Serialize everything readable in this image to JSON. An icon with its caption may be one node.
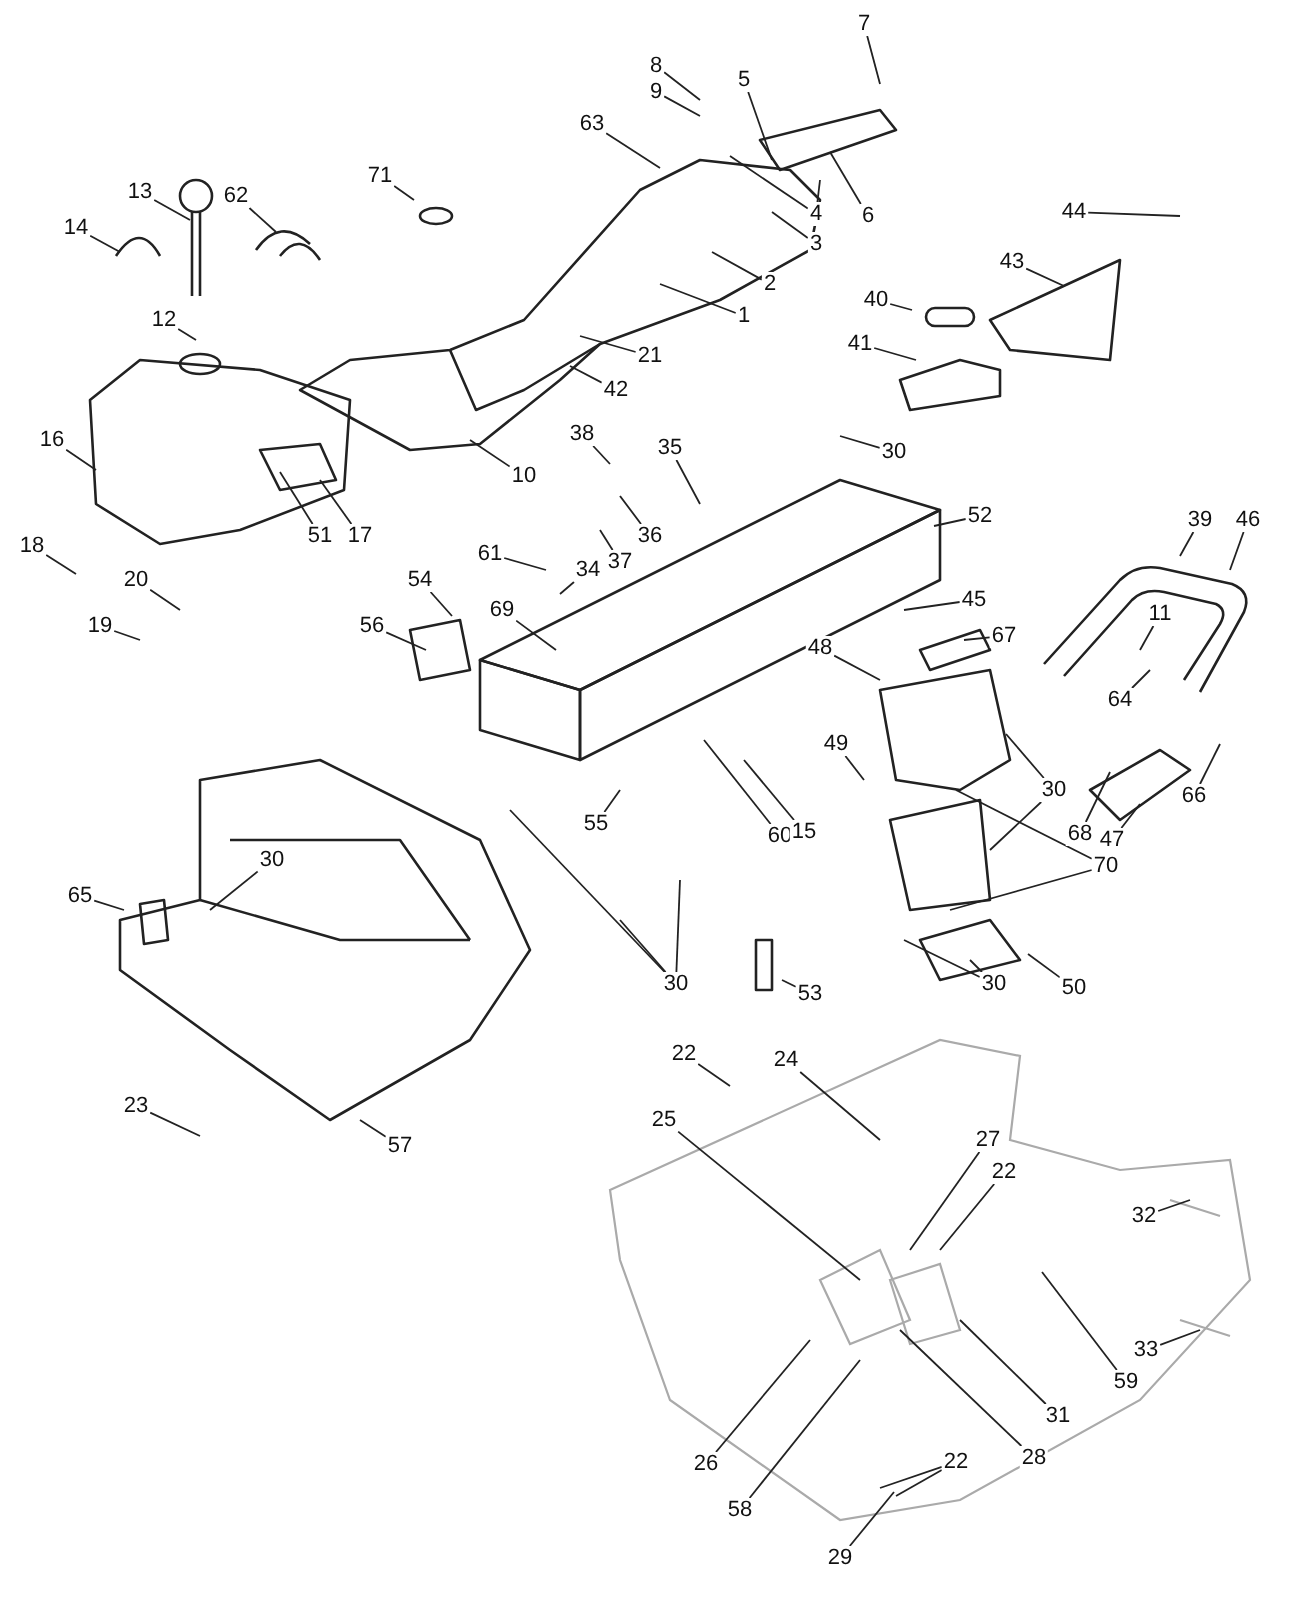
{
  "diagram": {
    "nodes": [
      {
        "text": [
          "7"
        ]
      },
      {
        "text": [
          "8"
        ]
      },
      {
        "text": [
          "9"
        ]
      },
      {
        "text": [
          "5"
        ]
      },
      {
        "text": [
          "63"
        ]
      },
      {
        "text": [
          "71"
        ]
      },
      {
        "text": [
          "13"
        ]
      },
      {
        "text": [
          "62"
        ]
      },
      {
        "text": [
          "14"
        ]
      },
      {
        "text": [
          "4"
        ]
      },
      {
        "text": [
          "6"
        ]
      },
      {
        "text": [
          "3"
        ]
      },
      {
        "text": [
          "44"
        ]
      },
      {
        "text": [
          "2"
        ]
      },
      {
        "text": [
          "1"
        ]
      },
      {
        "text": [
          "40"
        ]
      },
      {
        "text": [
          "43"
        ]
      },
      {
        "text": [
          "12"
        ]
      },
      {
        "text": [
          "41"
        ]
      },
      {
        "text": [
          "21"
        ]
      },
      {
        "text": [
          "42"
        ]
      },
      {
        "text": [
          "10"
        ]
      },
      {
        "text": [
          "16"
        ]
      },
      {
        "text": [
          "38"
        ]
      },
      {
        "text": [
          "35"
        ]
      },
      {
        "text": [
          "30"
        ]
      },
      {
        "text": [
          "52"
        ]
      },
      {
        "text": [
          "39"
        ]
      },
      {
        "text": [
          "46"
        ]
      },
      {
        "text": [
          "51"
        ]
      },
      {
        "text": [
          "17"
        ]
      },
      {
        "text": [
          "36"
        ]
      },
      {
        "text": [
          "37"
        ]
      },
      {
        "text": [
          "61"
        ]
      },
      {
        "text": [
          "34"
        ]
      },
      {
        "text": [
          "54"
        ]
      },
      {
        "text": [
          "18"
        ]
      },
      {
        "text": [
          "20"
        ]
      },
      {
        "text": [
          "19"
        ]
      },
      {
        "text": [
          "69"
        ]
      },
      {
        "text": [
          "56"
        ]
      },
      {
        "text": [
          "45"
        ]
      },
      {
        "text": [
          "67"
        ]
      },
      {
        "text": [
          "11"
        ]
      },
      {
        "text": [
          "48"
        ]
      },
      {
        "text": [
          "64"
        ]
      },
      {
        "text": [
          "49"
        ]
      },
      {
        "text": [
          "30"
        ]
      },
      {
        "text": [
          "66"
        ]
      },
      {
        "text": [
          "68"
        ]
      },
      {
        "text": [
          "55"
        ]
      },
      {
        "text": [
          "60"
        ]
      },
      {
        "text": [
          "15"
        ]
      },
      {
        "text": [
          "47"
        ]
      },
      {
        "text": [
          "70"
        ]
      },
      {
        "text": [
          "65"
        ]
      },
      {
        "text": [
          "30"
        ]
      },
      {
        "text": [
          "30"
        ]
      },
      {
        "text": [
          "53"
        ]
      },
      {
        "text": [
          "30"
        ]
      },
      {
        "text": [
          "50"
        ]
      },
      {
        "text": [
          "22"
        ]
      },
      {
        "text": [
          "24"
        ]
      },
      {
        "text": [
          "23"
        ]
      },
      {
        "text": [
          "57"
        ]
      },
      {
        "text": [
          "25"
        ]
      },
      {
        "text": [
          "27"
        ]
      },
      {
        "text": [
          "22"
        ]
      },
      {
        "text": [
          "32"
        ]
      },
      {
        "text": [
          "33"
        ]
      },
      {
        "text": [
          "59"
        ]
      },
      {
        "text": [
          "31"
        ]
      },
      {
        "text": [
          "28"
        ]
      },
      {
        "text": [
          "26"
        ]
      },
      {
        "text": [
          "58"
        ]
      },
      {
        "text": [
          "22"
        ]
      },
      {
        "text": [
          "29"
        ]
      }
    ],
    "edges": [
      {
        "from": 0,
        "to": null,
        "arrow": "none"
      },
      {
        "from": 1,
        "to": null,
        "arrow": "none"
      },
      {
        "from": 2,
        "to": null,
        "arrow": "none"
      },
      {
        "from": 3,
        "to": null,
        "arrow": "none"
      },
      {
        "from": 4,
        "to": null,
        "arrow": "none"
      },
      {
        "from": 5,
        "to": null,
        "arrow": "none"
      },
      {
        "from": 6,
        "to": null,
        "arrow": "none"
      },
      {
        "from": 7,
        "to": null,
        "arrow": "none"
      },
      {
        "from": 8,
        "to": null,
        "arrow": "none"
      },
      {
        "from": 9,
        "to": null,
        "arrow": "none"
      },
      {
        "from": 9,
        "to": null,
        "arrow": "none"
      },
      {
        "from": 10,
        "to": null,
        "arrow": "none"
      },
      {
        "from": 11,
        "to": null,
        "arrow": "none"
      },
      {
        "from": 12,
        "to": null,
        "arrow": "none"
      },
      {
        "from": 13,
        "to": null,
        "arrow": "none"
      },
      {
        "from": 14,
        "to": null,
        "arrow": "none"
      },
      {
        "from": 15,
        "to": null,
        "arrow": "none"
      },
      {
        "from": 16,
        "to": null,
        "arrow": "none"
      },
      {
        "from": 17,
        "to": null,
        "arrow": "none"
      },
      {
        "from": 18,
        "to": null,
        "arrow": "none"
      },
      {
        "from": 19,
        "to": null,
        "arrow": "none"
      },
      {
        "from": 20,
        "to": null,
        "arrow": "none"
      },
      {
        "from": 21,
        "to": null,
        "arrow": "none"
      },
      {
        "from": 22,
        "to": null,
        "arrow": "none"
      },
      {
        "from": 23,
        "to": null,
        "arrow": "none"
      },
      {
        "from": 24,
        "to": null,
        "arrow": "none"
      },
      {
        "from": 25,
        "to": null,
        "arrow": "none"
      },
      {
        "from": 26,
        "to": null,
        "arrow": "none"
      },
      {
        "from": 27,
        "to": null,
        "arrow": "none"
      },
      {
        "from": 28,
        "to": null,
        "arrow": "none"
      },
      {
        "from": 29,
        "to": null,
        "arrow": "none"
      },
      {
        "from": 30,
        "to": null,
        "arrow": "none"
      },
      {
        "from": 31,
        "to": null,
        "arrow": "none"
      },
      {
        "from": 32,
        "to": null,
        "arrow": "none"
      },
      {
        "from": 33,
        "to": null,
        "arrow": "none"
      },
      {
        "from": 34,
        "to": null,
        "arrow": "none"
      },
      {
        "from": 35,
        "to": null,
        "arrow": "none"
      },
      {
        "from": 36,
        "to": null,
        "arrow": "none"
      },
      {
        "from": 37,
        "to": null,
        "arrow": "none"
      },
      {
        "from": 38,
        "to": null,
        "arrow": "none"
      },
      {
        "from": 39,
        "to": null,
        "arrow": "none"
      },
      {
        "from": 40,
        "to": null,
        "arrow": "none"
      },
      {
        "from": 41,
        "to": null,
        "arrow": "none"
      },
      {
        "from": 42,
        "to": null,
        "arrow": "none"
      },
      {
        "from": 43,
        "to": null,
        "arrow": "none"
      },
      {
        "from": 44,
        "to": null,
        "arrow": "none"
      },
      {
        "from": 45,
        "to": null,
        "arrow": "none"
      },
      {
        "from": 46,
        "to": null,
        "arrow": "none"
      },
      {
        "from": 47,
        "to": null,
        "arrow": "none"
      },
      {
        "from": 47,
        "to": null,
        "arrow": "none"
      },
      {
        "from": 48,
        "to": null,
        "arrow": "none"
      },
      {
        "from": 49,
        "to": null,
        "arrow": "none"
      },
      {
        "from": 50,
        "to": null,
        "arrow": "none"
      },
      {
        "from": 51,
        "to": null,
        "arrow": "none"
      },
      {
        "from": 52,
        "to": null,
        "arrow": "none"
      },
      {
        "from": 53,
        "to": null,
        "arrow": "none"
      },
      {
        "from": 54,
        "to": null,
        "arrow": "none"
      },
      {
        "from": 54,
        "to": null,
        "arrow": "none"
      },
      {
        "from": 55,
        "to": null,
        "arrow": "none"
      },
      {
        "from": 56,
        "to": null,
        "arrow": "none"
      },
      {
        "from": 57,
        "to": null,
        "arrow": "none"
      },
      {
        "from": 57,
        "to": null,
        "arrow": "none"
      },
      {
        "from": 57,
        "to": null,
        "arrow": "none"
      },
      {
        "from": 58,
        "to": null,
        "arrow": "none"
      },
      {
        "from": 59,
        "to": null,
        "arrow": "none"
      },
      {
        "from": 59,
        "to": null,
        "arrow": "none"
      },
      {
        "from": 60,
        "to": null,
        "arrow": "none"
      },
      {
        "from": 61,
        "to": null,
        "arrow": "none"
      },
      {
        "from": 62,
        "to": null,
        "arrow": "none"
      },
      {
        "from": 63,
        "to": null,
        "arrow": "none"
      },
      {
        "from": 64,
        "to": null,
        "arrow": "none"
      },
      {
        "from": 65,
        "to": null,
        "arrow": "none"
      },
      {
        "from": 66,
        "to": null,
        "arrow": "none"
      },
      {
        "from": 67,
        "to": null,
        "arrow": "none"
      },
      {
        "from": 68,
        "to": null,
        "arrow": "none"
      },
      {
        "from": 69,
        "to": null,
        "arrow": "none"
      },
      {
        "from": 70,
        "to": null,
        "arrow": "none"
      },
      {
        "from": 71,
        "to": null,
        "arrow": "none"
      },
      {
        "from": 72,
        "to": null,
        "arrow": "none"
      },
      {
        "from": 73,
        "to": null,
        "arrow": "none"
      },
      {
        "from": 74,
        "to": null,
        "arrow": "none"
      },
      {
        "from": 75,
        "to": null,
        "arrow": "none"
      },
      {
        "from": 75,
        "to": null,
        "arrow": "none"
      },
      {
        "from": 76,
        "to": null,
        "arrow": "none"
      }
    ]
  }
}
